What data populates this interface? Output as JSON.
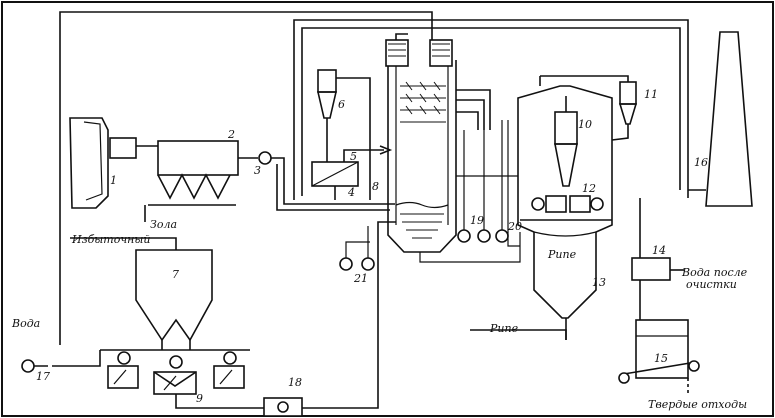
{
  "labels": {
    "water": "Вода",
    "excess": "Избыточный",
    "ash": "Зола",
    "rune": "Рипе",
    "water_after": "Вода после",
    "cleaning": "очистки",
    "solid_waste": "Твердые отходы"
  },
  "numbers": [
    "1",
    "2",
    "3",
    "4",
    "5",
    "6",
    "7",
    "8",
    "9",
    "10",
    "11",
    "12",
    "13",
    "14",
    "15",
    "16",
    "17",
    "18",
    "19",
    "20",
    "21"
  ],
  "colors": {
    "line": "#111111",
    "background": "#ffffff"
  }
}
